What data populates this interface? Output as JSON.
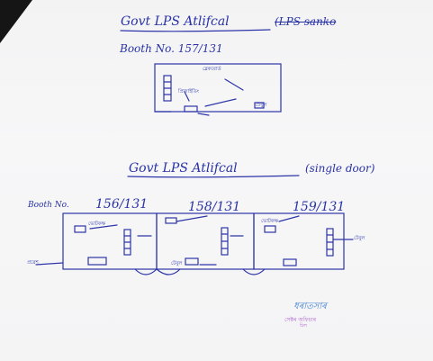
{
  "title_1": "Govt LPS Atlifcal",
  "title_1_struck": "(LPS sanko",
  "booth_1": "Booth No. 157/131",
  "title_2": "Govt LPS Atlifcal",
  "title_2_note": "(single door)",
  "booth_label": "Booth No.",
  "booth_numbers": [
    "156/131",
    "158/131",
    "159/131"
  ],
  "signature": "ধৰাতসাৰ"
}
